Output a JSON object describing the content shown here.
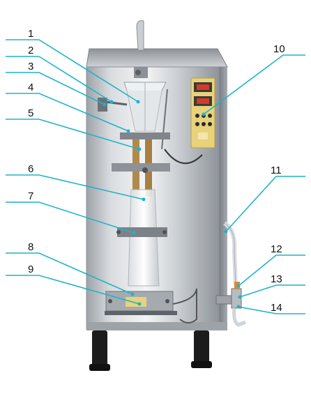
{
  "labels": [
    {
      "n": "1"
    },
    {
      "n": "2"
    },
    {
      "n": "3"
    },
    {
      "n": "4"
    },
    {
      "n": "5"
    },
    {
      "n": "6"
    },
    {
      "n": "7"
    },
    {
      "n": "8"
    },
    {
      "n": "9"
    },
    {
      "n": "10"
    },
    {
      "n": "11"
    },
    {
      "n": "12"
    },
    {
      "n": "13"
    },
    {
      "n": "14"
    }
  ],
  "colors": {
    "leader": "#1fb3c9",
    "steel_light": "#e6e8ea",
    "steel_mid": "#b9bdc1",
    "steel_dark": "#7d8288",
    "panel": "#e8d27a",
    "leg": "#1c1c1c"
  }
}
